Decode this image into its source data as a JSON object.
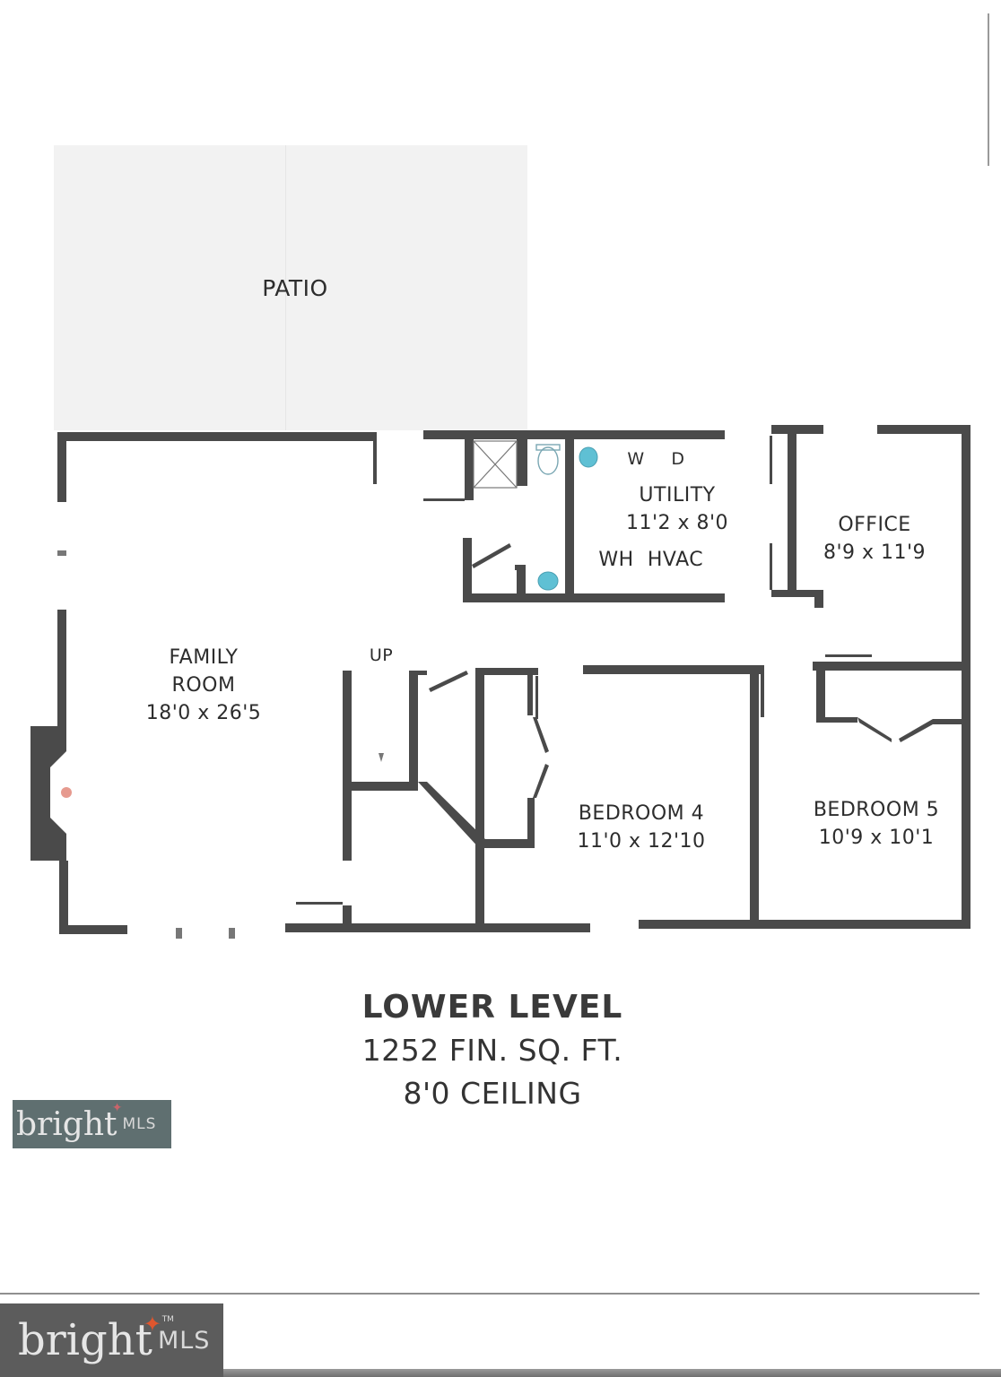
{
  "plan": {
    "areas": [
      {
        "id": "patio",
        "label": "PATIO",
        "dims": ""
      },
      {
        "id": "family_room",
        "label": "FAMILY\nROOM",
        "label_line1": "FAMILY",
        "label_line2": "ROOM",
        "dims": "18'0 x 26'5"
      },
      {
        "id": "utility",
        "label": "UTILITY",
        "dims": "11'2 x 8'0"
      },
      {
        "id": "office",
        "label": "OFFICE",
        "dims": "8'9 x 11'9"
      },
      {
        "id": "bedroom4",
        "label": "BEDROOM 4",
        "dims": "11'0 x 12'10"
      },
      {
        "id": "bedroom5",
        "label": "BEDROOM 5",
        "dims": "10'9 x 10'1"
      }
    ],
    "fixtures": {
      "washer": "W",
      "dryer": "D",
      "water_heater": "WH",
      "hvac": "HVAC",
      "stairs": "UP"
    },
    "icons": [
      "shower-icon",
      "toilet-icon",
      "sink-icon",
      "fireplace-icon",
      "stair-arrow-icon"
    ],
    "colors": {
      "wall": "#4a4a4a",
      "fixture_blue": "#4fb3c9",
      "fireplace": "#d9827a",
      "patio_fill": "#f2f2f2"
    }
  },
  "title": {
    "level": "LOWER LEVEL",
    "area": "1252 FIN. SQ. FT.",
    "ceiling": "8'0 CEILING"
  },
  "watermarks": {
    "small": {
      "brand": "bright",
      "suffix": "MLS"
    },
    "large": {
      "brand": "bright",
      "suffix": "MLS",
      "tm": "TM"
    }
  }
}
